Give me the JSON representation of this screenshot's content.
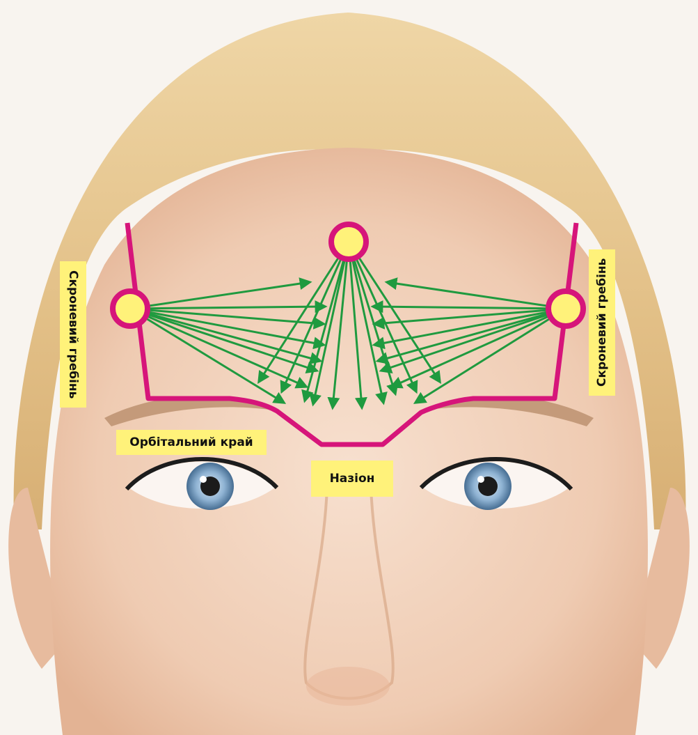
{
  "labels": {
    "temporal_left": "Скроневий гребінь",
    "temporal_right": "Скроневий гребінь",
    "orbital_rim": "Орбітальний край",
    "nasion": "Назіон"
  },
  "colors": {
    "background": "#f8f4ef",
    "boundary_line": "#d6157a",
    "injection_point_fill": "#fff27a",
    "arrow": "#1f9a3f",
    "label_bg": "#fff27a",
    "skin": "#f1d2bb",
    "hair": "#e6c48f"
  },
  "icons": {
    "injection_point": "circle-marker-icon",
    "direction_arrow": "arrow-icon"
  }
}
